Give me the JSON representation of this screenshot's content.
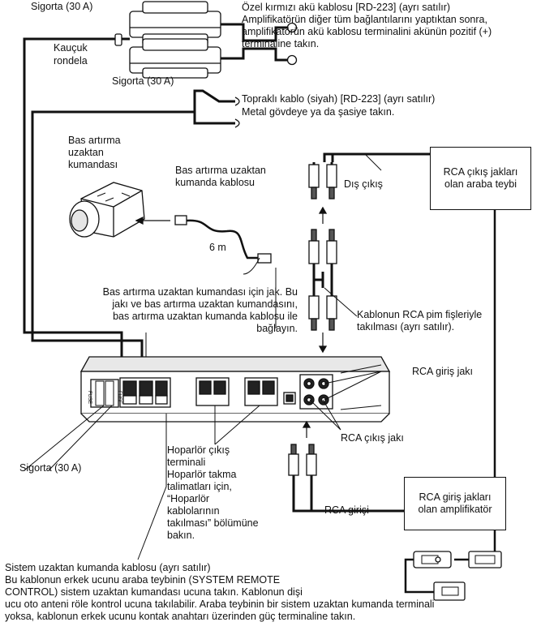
{
  "labels": {
    "fuse_top": "Sigorta (30 A)",
    "fuse_mid": "Sigorta (30 A)",
    "fuse_bottom": "Sigorta (30 A)",
    "rubber_washer_1": "Kauçuk",
    "rubber_washer_2": "rondela",
    "red_cable_1": "Özel kırmızı akü kablosu [RD-223] (ayrı satılır)",
    "red_cable_2": "Amplifikatörün diğer tüm bağlantılarını yaptıktan sonra,",
    "red_cable_3": "amplifikatörün akü kablosu terminalini akünün pozitif (+)",
    "red_cable_4": "terminaline takın.",
    "ground_1": "Topraklı kablo (siyah) [RD-223] (ayrı satılır)",
    "ground_2": "Metal gövdeye ya da şasiye takın.",
    "bass_remote_1": "Bas artırma",
    "bass_remote_2": "uzaktan",
    "bass_remote_3": "kumandası",
    "bass_cable_1": "Bas artırma uzaktan",
    "bass_cable_2": "kumanda kablosu",
    "cable_length": "6 m",
    "external_out": "Dış çıkış",
    "head_unit_1": "RCA çıkış jakları",
    "head_unit_2": "olan araba teybi",
    "jack_note_1": "Bas artırma uzaktan kumandası için jak. Bu",
    "jack_note_2": "jakı ve bas artırma uzaktan kumandasını,",
    "jack_note_3": "bas artırma uzaktan kumanda kablosu ile",
    "jack_note_4": "bağlayın.",
    "rca_pin_1": "Kablonun RCA pim fişleriyle",
    "rca_pin_2": "takılması (ayrı satılır).",
    "rca_input_jack": "RCA giriş jakı",
    "rca_output_jack": "RCA çıkış jakı",
    "speaker_1": "Hoparlör çıkış",
    "speaker_2": "terminali",
    "speaker_3": "Hoparlör takma",
    "speaker_4": "talimatları için,",
    "speaker_5": "“Hoparlör",
    "speaker_6": "kablolarının",
    "speaker_7": "takılması” bölümüne",
    "speaker_8": "bakın.",
    "rca_input": "RCA girişi",
    "amp_1": "RCA giriş jakları",
    "amp_2": "olan amplifikatör",
    "system_remote_1": "Sistem uzaktan kumanda kablosu (ayrı satılır)",
    "system_remote_2": "Bu kablonun erkek ucunu araba teybinin (SYSTEM REMOTE",
    "system_remote_3": "CONTROL) sistem uzaktan kumandası ucuna takın. Kablonun dişi",
    "system_remote_4": "ucu oto anteni röle kontrol ucuna takılabilir. Araba teybinin bir sistem uzaktan kumanda terminali",
    "system_remote_5": "yoksa, kablonun erkek ucunu kontak anahtarı üzerinden güç terminaline takın."
  },
  "amplifier": {
    "fuse_marking_1": "FUSE",
    "fuse_marking_2": "FUSE"
  },
  "colors": {
    "line": "#111111",
    "body": "#ffffff",
    "shade": "#d9d9d9"
  }
}
